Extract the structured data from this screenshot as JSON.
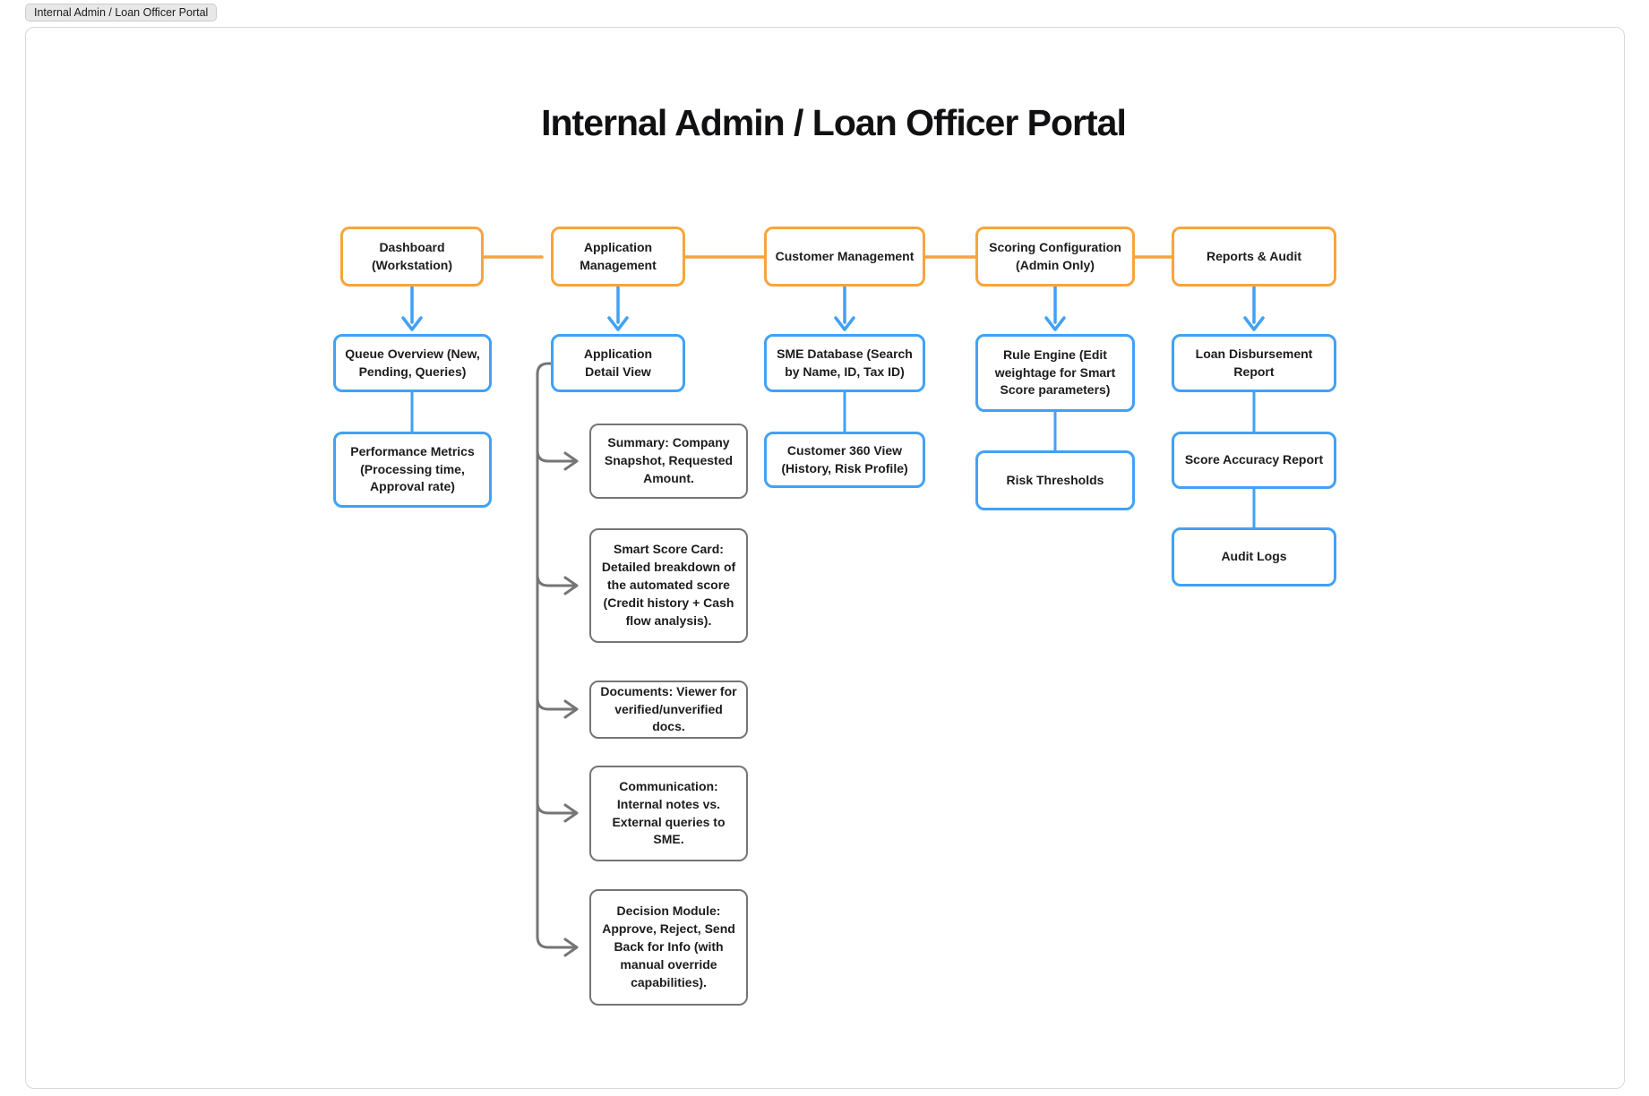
{
  "badge": {
    "label": "Internal Admin / Loan Officer Portal"
  },
  "title": "Internal Admin / Loan Officer Portal",
  "colors": {
    "orange_accent": "#f7a43d",
    "blue_accent": "#42a1f5",
    "gray_accent": "#757575",
    "text": "#1c1c1e",
    "badge_bg": "#e8e8e8",
    "card_border": "#d9d9d9"
  },
  "nodes": {
    "dashboard": {
      "label": "Dashboard\n(Workstation)"
    },
    "application_management": {
      "label": "Application\nManagement"
    },
    "customer_management": {
      "label": "Customer Management"
    },
    "scoring_configuration": {
      "label": "Scoring Configuration\n(Admin Only)"
    },
    "reports_audit": {
      "label": "Reports & Audit"
    },
    "queue_overview": {
      "label": "Queue Overview (New,\nPending, Queries)"
    },
    "performance_metrics": {
      "label": "Performance Metrics\n(Processing time,\nApproval rate)"
    },
    "application_detail_view": {
      "label": "Application\nDetail View"
    },
    "summary": {
      "label": "Summary: Company\nSnapshot, Requested\nAmount."
    },
    "smart_score_card": {
      "label": "Smart Score Card:\nDetailed breakdown of\nthe automated score\n(Credit history + Cash\nflow analysis)."
    },
    "documents": {
      "label": "Documents: Viewer for\nverified/unverified docs."
    },
    "communication": {
      "label": "Communication:\nInternal notes vs.\nExternal queries to\nSME."
    },
    "decision_module": {
      "label": "Decision Module:\nApprove, Reject, Send\nBack for Info (with\nmanual override\ncapabilities)."
    },
    "sme_database": {
      "label": "SME Database (Search\nby Name, ID, Tax ID)"
    },
    "customer_360": {
      "label": "Customer 360 View\n(History, Risk Profile)"
    },
    "rule_engine": {
      "label": "Rule Engine (Edit\nweightage for Smart\nScore parameters)"
    },
    "risk_thresholds": {
      "label": "Risk Thresholds"
    },
    "loan_disbursement": {
      "label": "Loan Disbursement\nReport"
    },
    "score_accuracy": {
      "label": "Score Accuracy Report"
    },
    "audit_logs": {
      "label": "Audit Logs"
    }
  },
  "edges": [
    {
      "from": "dashboard",
      "to": "application_management",
      "style": "orange-line"
    },
    {
      "from": "application_management",
      "to": "customer_management",
      "style": "orange-line"
    },
    {
      "from": "customer_management",
      "to": "scoring_configuration",
      "style": "orange-line"
    },
    {
      "from": "scoring_configuration",
      "to": "reports_audit",
      "style": "orange-line"
    },
    {
      "from": "dashboard",
      "to": "queue_overview",
      "style": "blue-arrow"
    },
    {
      "from": "queue_overview",
      "to": "performance_metrics",
      "style": "blue-line"
    },
    {
      "from": "application_management",
      "to": "application_detail_view",
      "style": "blue-arrow"
    },
    {
      "from": "application_detail_view",
      "to": "summary",
      "style": "gray-arrow"
    },
    {
      "from": "application_detail_view",
      "to": "smart_score_card",
      "style": "gray-arrow"
    },
    {
      "from": "application_detail_view",
      "to": "documents",
      "style": "gray-arrow"
    },
    {
      "from": "application_detail_view",
      "to": "communication",
      "style": "gray-arrow"
    },
    {
      "from": "application_detail_view",
      "to": "decision_module",
      "style": "gray-arrow"
    },
    {
      "from": "customer_management",
      "to": "sme_database",
      "style": "blue-arrow"
    },
    {
      "from": "sme_database",
      "to": "customer_360",
      "style": "blue-line"
    },
    {
      "from": "scoring_configuration",
      "to": "rule_engine",
      "style": "blue-arrow"
    },
    {
      "from": "rule_engine",
      "to": "risk_thresholds",
      "style": "blue-line"
    },
    {
      "from": "reports_audit",
      "to": "loan_disbursement",
      "style": "blue-arrow"
    },
    {
      "from": "loan_disbursement",
      "to": "score_accuracy",
      "style": "blue-line"
    },
    {
      "from": "score_accuracy",
      "to": "audit_logs",
      "style": "blue-line"
    }
  ]
}
